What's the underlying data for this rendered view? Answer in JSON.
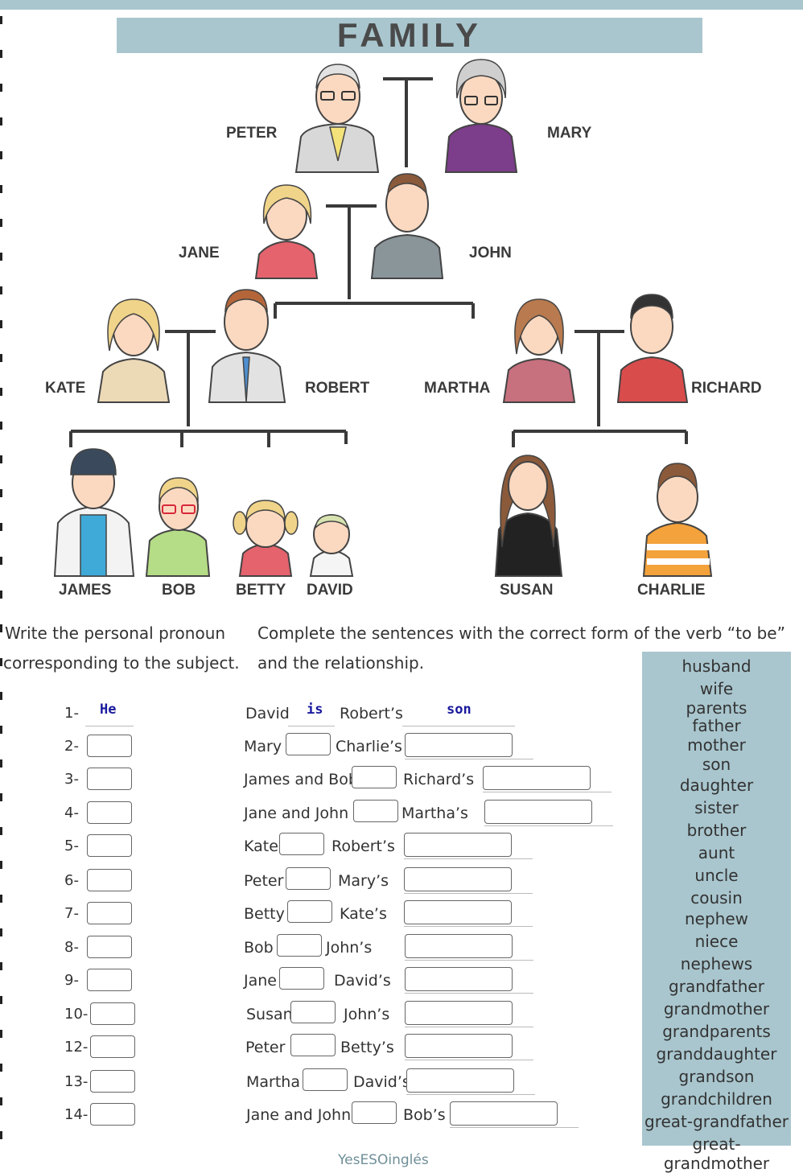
{
  "title": "FAMILY",
  "tree": {
    "peter": "PETER",
    "mary": "MARY",
    "jane": "JANE",
    "john": "JOHN",
    "kate": "KATE",
    "robert": "ROBERT",
    "martha": "MARTHA",
    "richard": "RICHARD",
    "james": "JAMES",
    "bob": "BOB",
    "betty": "BETTY",
    "david": "DAVID",
    "susan": "SUSAN",
    "charlie": "CHARLIE"
  },
  "instructions": {
    "left_1": "Write the personal pronoun",
    "left_2": "corresponding to the subject.",
    "right_1": "Complete the sentences with the correct form of the verb “to be”",
    "right_2": "and the relationship."
  },
  "exercises": [
    {
      "num": "1-",
      "subject": "David",
      "owner": "Robert’s",
      "pronoun": "He",
      "verb": "is",
      "relation": "son"
    },
    {
      "num": "2-",
      "subject": "Mary",
      "owner": "Charlie’s"
    },
    {
      "num": "3-",
      "subject": "James and Bob",
      "owner": "Richard’s"
    },
    {
      "num": "4-",
      "subject": "Jane and John",
      "owner": "Martha’s"
    },
    {
      "num": "5-",
      "subject": "Kate",
      "owner": "Robert’s"
    },
    {
      "num": "6-",
      "subject": "Peter",
      "owner": "Mary’s"
    },
    {
      "num": "7-",
      "subject": "Betty",
      "owner": "Kate’s"
    },
    {
      "num": "8-",
      "subject": "Bob",
      "owner": "John’s"
    },
    {
      "num": "9-",
      "subject": "Jane",
      "owner": "David’s"
    },
    {
      "num": "10-",
      "subject": "Susan",
      "owner": "John’s"
    },
    {
      "num": "12-",
      "subject": "Peter",
      "owner": "Betty’s"
    },
    {
      "num": "13-",
      "subject": "Martha",
      "owner": "David’s"
    },
    {
      "num": "14-",
      "subject": "Jane and John",
      "owner": "Bob’s"
    }
  ],
  "word_bank": [
    "husband",
    "wife",
    "parents",
    "father",
    "mother",
    "son",
    "daughter",
    "sister",
    "brother",
    "aunt",
    "uncle",
    "cousin",
    "nephew",
    "niece",
    "nephews",
    "grandfather",
    "grandmother",
    "grandparents",
    "granddaughter",
    "grandson",
    "grandchildren",
    "great-grandfather",
    "great-grandmother"
  ],
  "credit": "YesESOinglés",
  "colors": {
    "accent": "#a9c6ce",
    "answer": "#1a1a9e"
  }
}
